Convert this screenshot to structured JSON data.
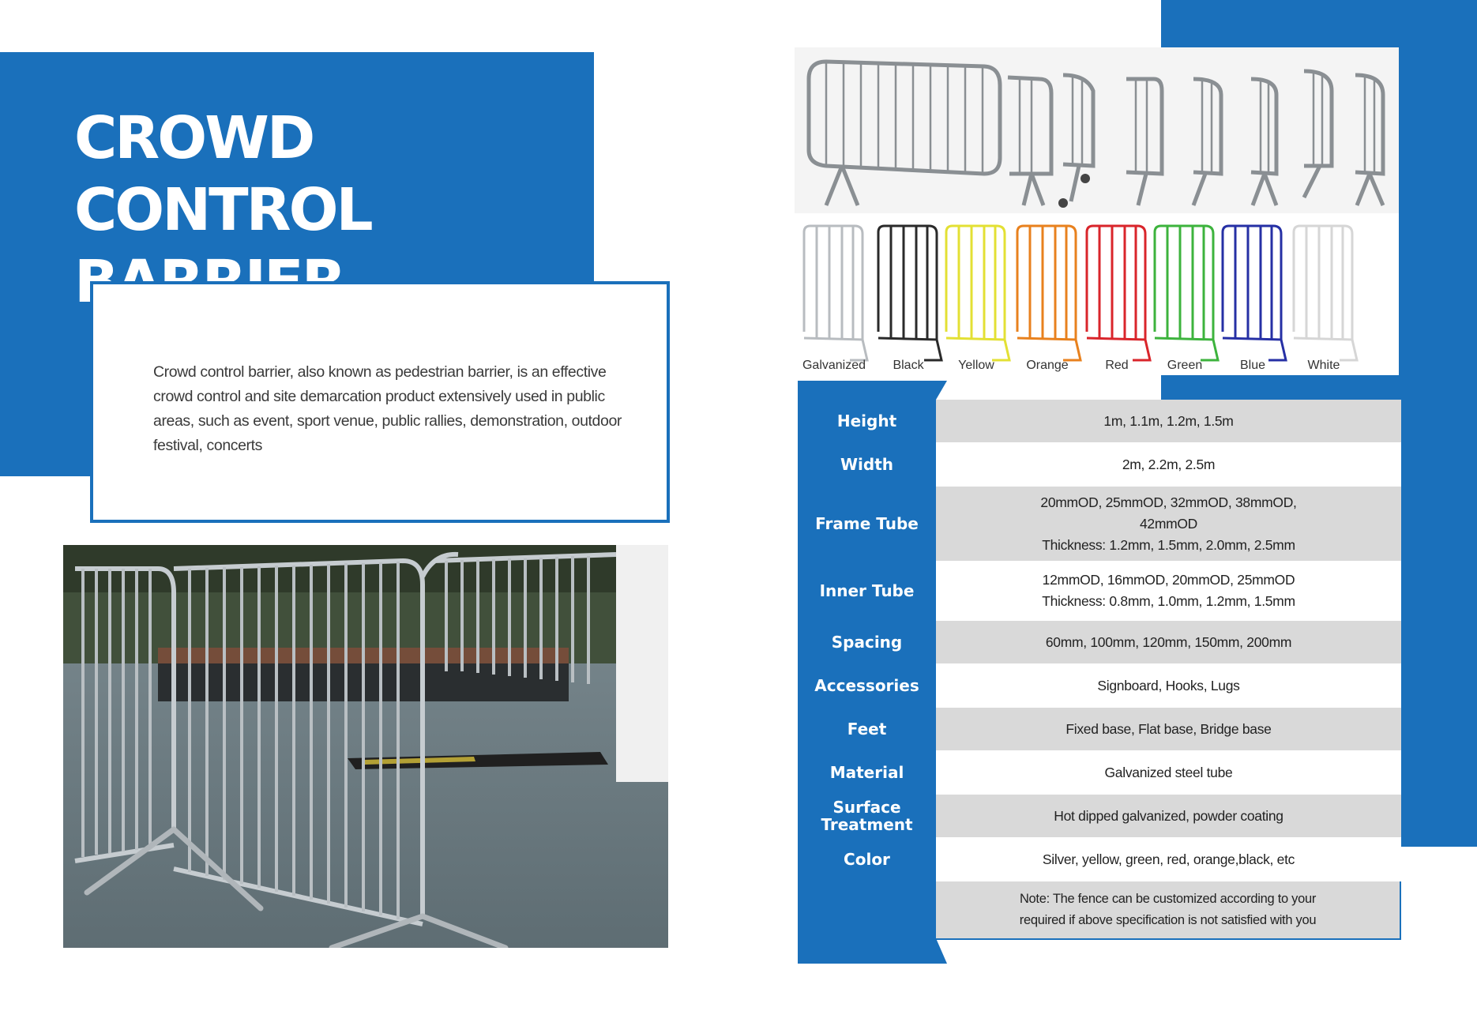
{
  "page": {
    "title": "CROWD CONTROL BARRIER"
  },
  "intro": {
    "description": "Crowd control barrier, also known as pedestrian barrier, is an effective crowd control and site demarcation product extensively used in public areas, such as event, sport venue, public rallies, demonstration, outdoor festival, concerts"
  },
  "colors": {
    "brand_blue": "#1a70bb",
    "row_gray": "#d9d9d9"
  },
  "variants": [
    {
      "label": "Galvanized",
      "color": "#b8bcc0"
    },
    {
      "label": "Black",
      "color": "#2a2a2a"
    },
    {
      "label": "Yellow",
      "color": "#e3e034"
    },
    {
      "label": "Orange",
      "color": "#e8811e"
    },
    {
      "label": "Red",
      "color": "#d9252b"
    },
    {
      "label": "Green",
      "color": "#3db33d"
    },
    {
      "label": "Blue",
      "color": "#2630a5"
    },
    {
      "label": "White",
      "color": "#d6d6d6"
    }
  ],
  "specs": [
    {
      "label": "Height",
      "lines": [
        "1m, 1.1m, 1.2m, 1.5m"
      ]
    },
    {
      "label": "Width",
      "lines": [
        "2m, 2.2m, 2.5m"
      ]
    },
    {
      "label": "Frame Tube",
      "lines": [
        "20mmOD, 25mmOD, 32mmOD, 38mmOD,",
        "42mmOD",
        "Thickness: 1.2mm, 1.5mm, 2.0mm, 2.5mm"
      ]
    },
    {
      "label": "Inner Tube",
      "lines": [
        "12mmOD, 16mmOD, 20mmOD, 25mmOD",
        "Thickness: 0.8mm, 1.0mm, 1.2mm, 1.5mm"
      ]
    },
    {
      "label": "Spacing",
      "lines": [
        "60mm, 100mm, 120mm, 150mm, 200mm"
      ]
    },
    {
      "label": "Accessories",
      "lines": [
        "Signboard, Hooks, Lugs"
      ]
    },
    {
      "label": "Feet",
      "lines": [
        "Fixed base, Flat base, Bridge base"
      ]
    },
    {
      "label": "Material",
      "lines": [
        "Galvanized steel tube"
      ]
    },
    {
      "label": "Surface Treatment",
      "lines": [
        "Hot dipped galvanized, powder coating"
      ]
    },
    {
      "label": "Color",
      "lines": [
        "Silver, yellow, green, red, orange,black, etc"
      ]
    },
    {
      "label": "",
      "lines": [
        "Note: The fence can be customized according to your",
        "required if above specification is not satisfied with you"
      ]
    }
  ]
}
